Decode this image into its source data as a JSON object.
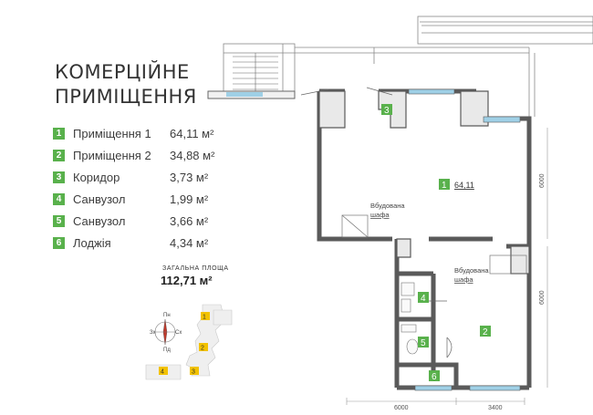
{
  "title": [
    "КОМЕРЦІЙНЕ",
    "ПРИМІЩЕННЯ"
  ],
  "rooms": [
    {
      "num": "1",
      "name": "Приміщення 1",
      "area": "64,11 м²"
    },
    {
      "num": "2",
      "name": "Приміщення 2",
      "area": "34,88 м²"
    },
    {
      "num": "3",
      "name": "Коридор",
      "area": "3,73 м²"
    },
    {
      "num": "4",
      "name": "Санвузол",
      "area": "1,99 м²"
    },
    {
      "num": "5",
      "name": "Санвузол",
      "area": "3,66 м²"
    },
    {
      "num": "6",
      "name": "Лоджія",
      "area": "4,34 м²"
    }
  ],
  "total": {
    "label": "ЗАГАЛЬНА ПЛОЩА",
    "value": "112,71 м²"
  },
  "plan": {
    "room1_area": "64,11",
    "builtin_wardrobe": [
      "Вбудована",
      "шафа"
    ],
    "dim_6000": "6000",
    "dim_3400": "3400"
  },
  "compass": {
    "n": "Пн",
    "s": "Пд",
    "e": "Сх",
    "w": "Зх"
  },
  "colors": {
    "accent": "#59b14c",
    "marker": "#f2c200",
    "glass": "#9fd0e6"
  }
}
